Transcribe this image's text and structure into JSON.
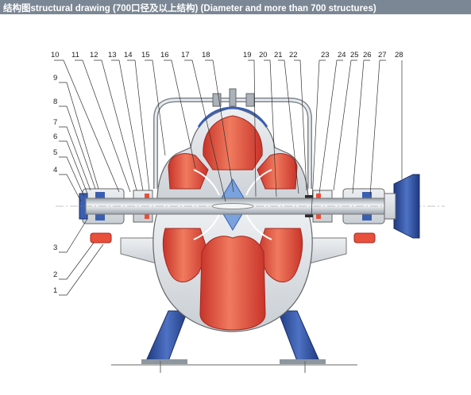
{
  "title": "结构图structural drawing  (700口径及以上结构) (Diameter and more than 700 structures)",
  "colors": {
    "header": "#7b8794",
    "impeller": "#e8503c",
    "casing": "#d9dde2",
    "base": "#2f4f9c",
    "shaft": "#c8ccd2"
  },
  "callouts_top": [
    "10",
    "11",
    "12",
    "13",
    "14",
    "15",
    "16",
    "17",
    "18",
    "19",
    "20",
    "21",
    "22",
    "23",
    "24",
    "25",
    "26",
    "27",
    "28"
  ],
  "callouts_left": [
    "9",
    "8",
    "7",
    "6",
    "5",
    "4",
    "3",
    "2",
    "1"
  ]
}
